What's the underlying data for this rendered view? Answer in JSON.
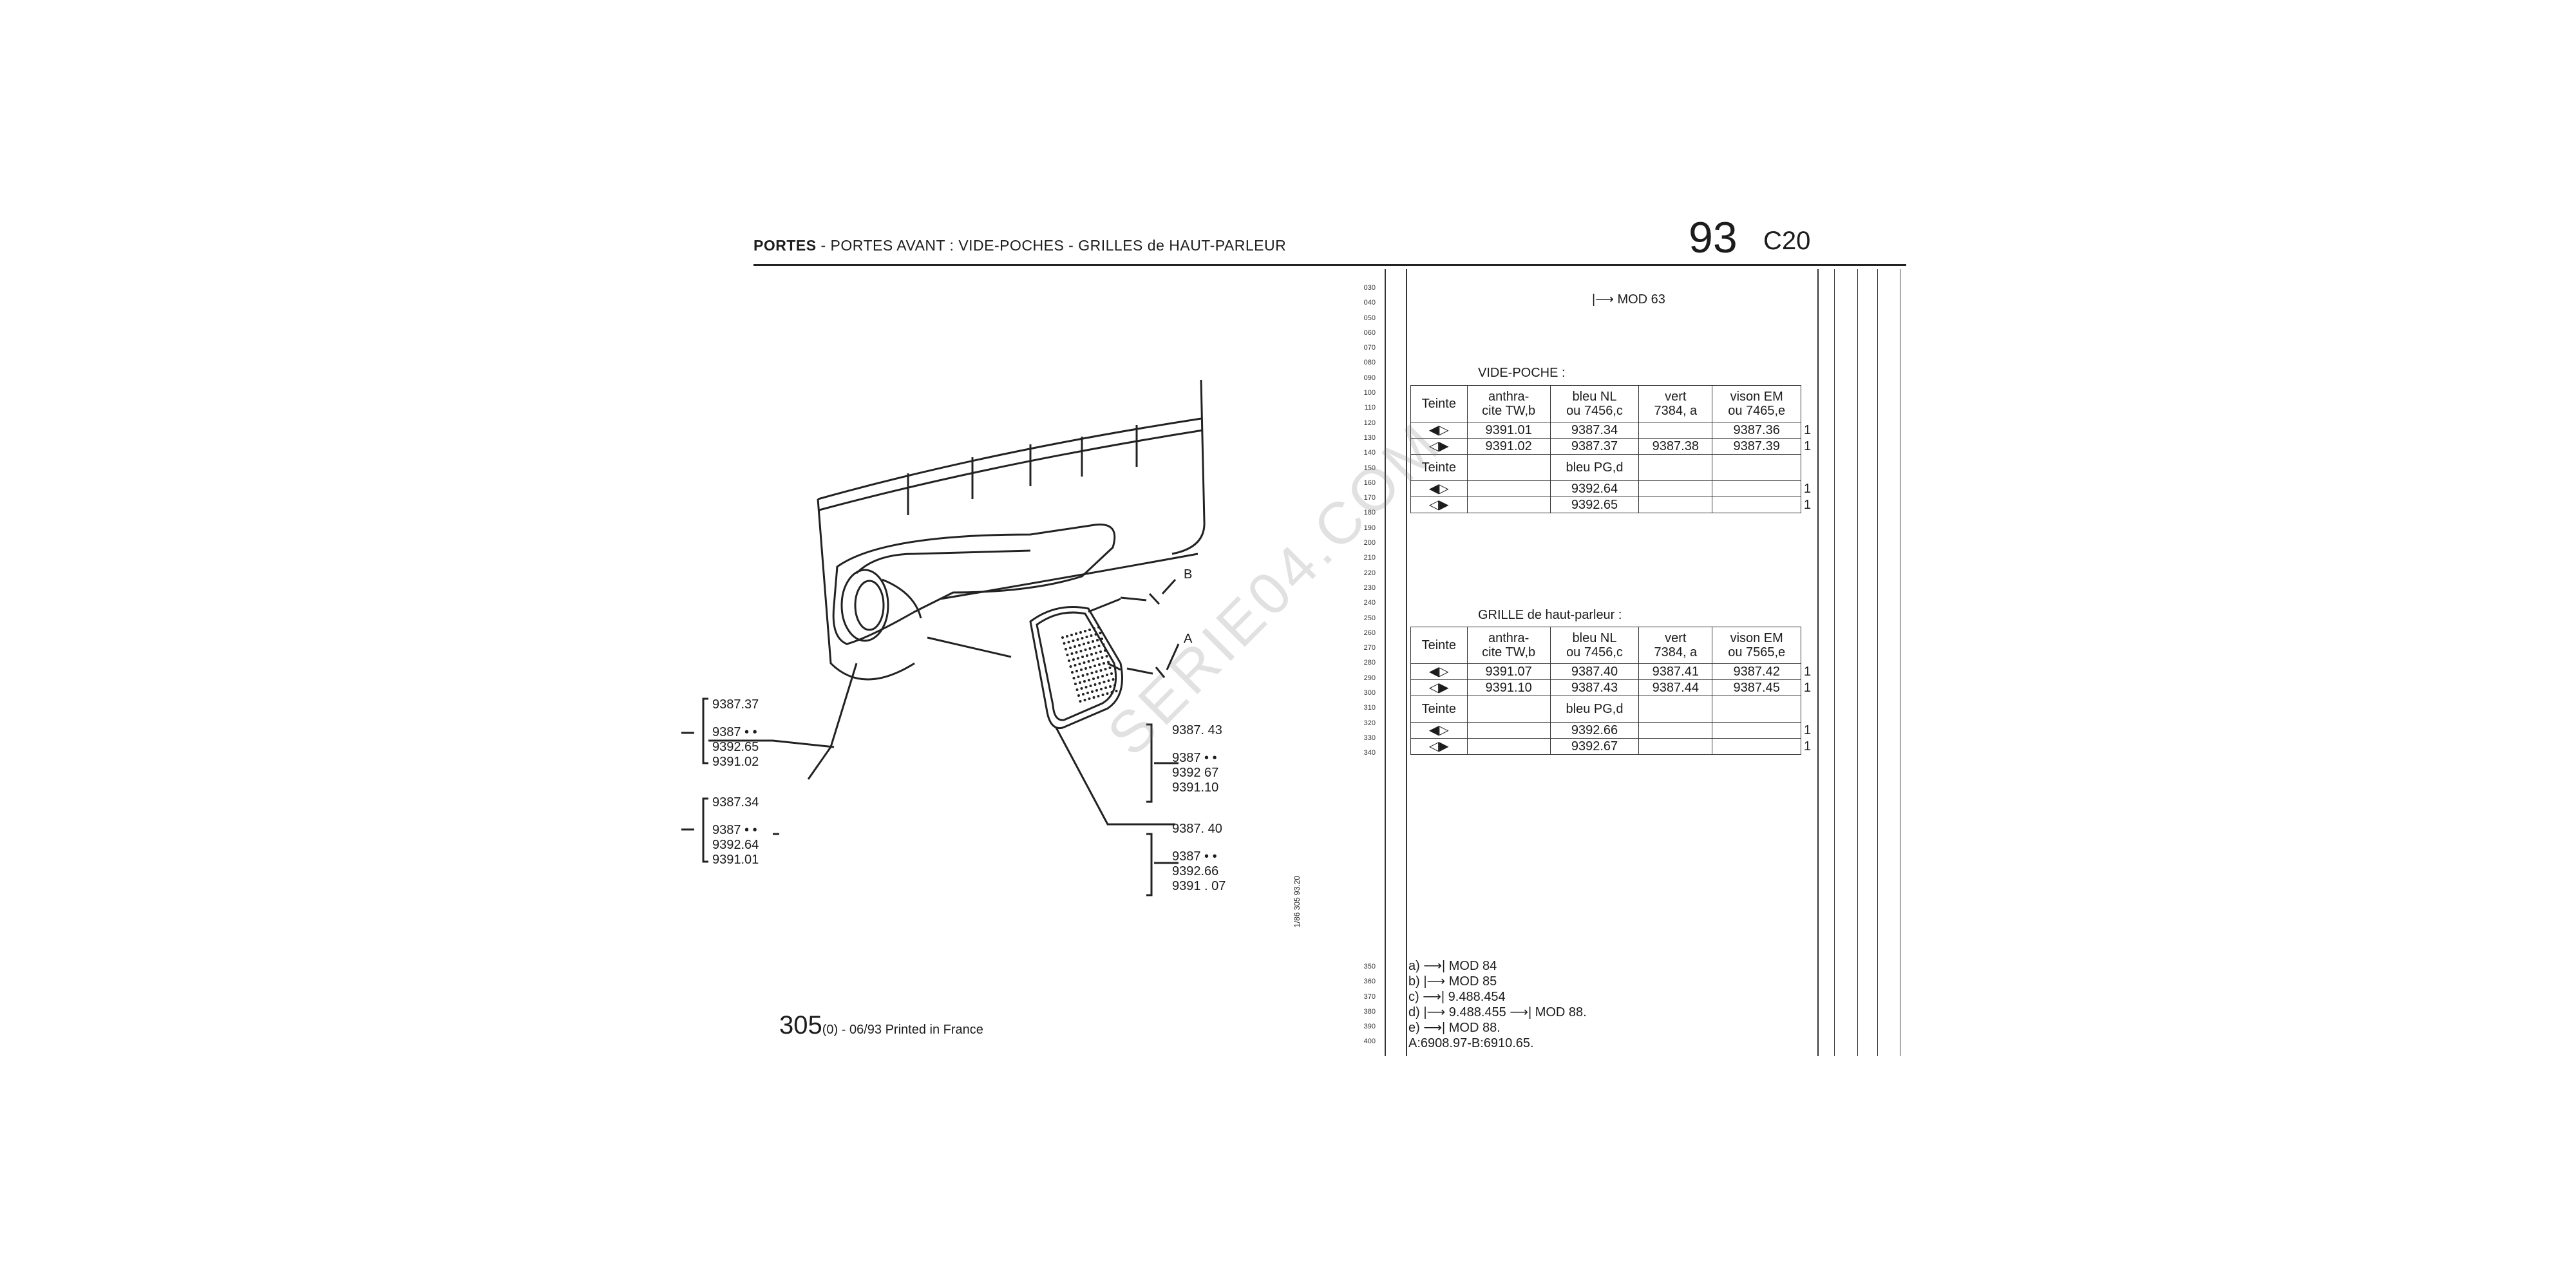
{
  "header": {
    "title_bold": "PORTES",
    "title_rest": " - PORTES AVANT : VIDE-POCHES - GRILLES de HAUT-PARLEUR",
    "page_number": "93",
    "model": "C20"
  },
  "row_numbers": [
    "030",
    "040",
    "050",
    "060",
    "070",
    "080",
    "090",
    "100",
    "110",
    "120",
    "130",
    "140",
    "150",
    "160",
    "170",
    "180",
    "190",
    "200",
    "210",
    "220",
    "230",
    "240",
    "250",
    "260",
    "270",
    "280",
    "290",
    "300",
    "310",
    "320",
    "330",
    "340"
  ],
  "row_numbers_bottom": [
    "350",
    "360",
    "370",
    "380",
    "390",
    "400"
  ],
  "mod_note": "MOD 63",
  "vide_poche": {
    "title": "VIDE-POCHE :",
    "header": [
      "Teinte",
      "anthra-\ncite TW,b",
      "bleu NL\nou 7456,c",
      "vert\n7384, a",
      "vison EM\nou 7465,e"
    ],
    "rows": [
      [
        "9391.01",
        "9387.34",
        "",
        "9387.36",
        "1"
      ],
      [
        "9391.02",
        "9387.37",
        "9387.38",
        "9387.39",
        "1"
      ]
    ],
    "header2": [
      "Teinte",
      "",
      "bleu PG,d",
      "",
      ""
    ],
    "rows2": [
      [
        "",
        "9392.64",
        "",
        "",
        "1"
      ],
      [
        "",
        "9392.65",
        "",
        "",
        "1"
      ]
    ]
  },
  "grille": {
    "title": "GRILLE de haut-parleur :",
    "header": [
      "Teinte",
      "anthra-\ncite TW,b",
      "bleu NL\nou 7456,c",
      "vert\n7384, a",
      "vison EM\nou 7565,e"
    ],
    "rows": [
      [
        "9391.07",
        "9387.40",
        "9387.41",
        "9387.42",
        "1"
      ],
      [
        "9391.10",
        "9387.43",
        "9387.44",
        "9387.45",
        "1"
      ]
    ],
    "header2": [
      "Teinte",
      "",
      "bleu PG,d",
      "",
      ""
    ],
    "rows2": [
      [
        "",
        "9392.66",
        "",
        "",
        "1"
      ],
      [
        "",
        "9392.67",
        "",
        "",
        "1"
      ]
    ]
  },
  "notes": [
    "a) ⟶| MOD 84",
    "b) |⟶ MOD 85",
    "c) ⟶| 9.488.454",
    "d) |⟶ 9.488.455 ⟶| MOD 88.",
    "e) ⟶| MOD 88.",
    "A:6908.97-B:6910.65."
  ],
  "diagram": {
    "label_a": "A",
    "label_b": "B",
    "group1": [
      "9387.37",
      "9387 • •",
      "9392.65",
      "9391.02"
    ],
    "group2": [
      "9387.34",
      "9387 • •",
      "9392.64",
      "9391.01"
    ],
    "group3": [
      "9387. 43",
      "9387 • •",
      "9392 67",
      "9391.10"
    ],
    "group4": [
      "9387. 40",
      "9387 • •",
      "9392.66",
      "9391 . 07"
    ],
    "ref_code": "1/86 305 93.20"
  },
  "footer": {
    "page": "305",
    "rest": "(0) - 06/93 Printed in France"
  },
  "watermark": "SERIE04.COM"
}
